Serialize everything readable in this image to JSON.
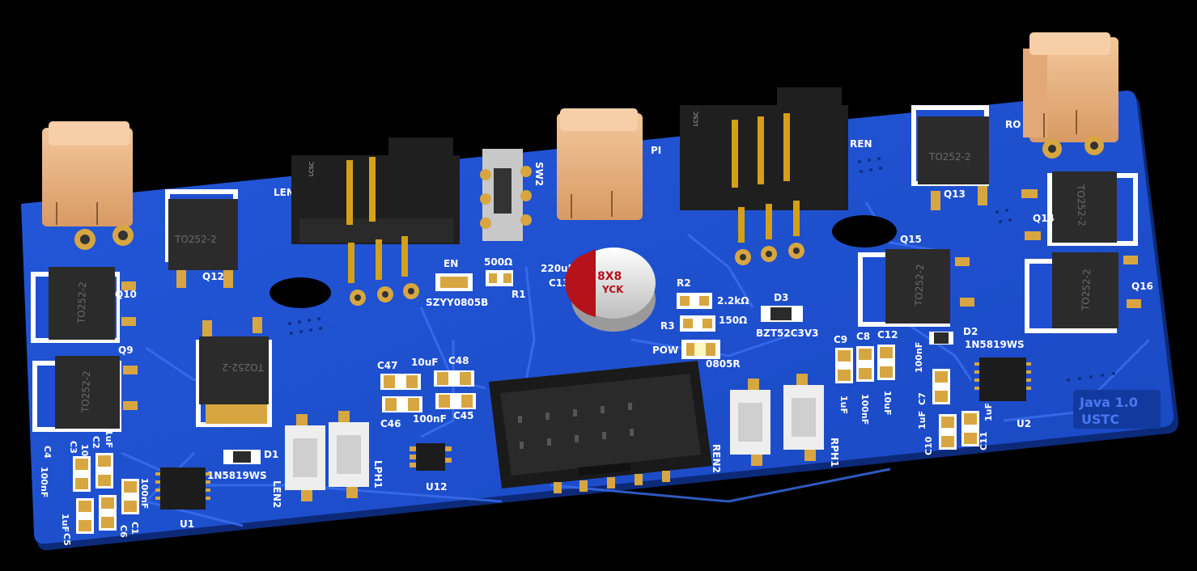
{
  "colors": {
    "background": "#000000",
    "pcb": "#1d4fd0",
    "pcb_dark": "#123a9e",
    "pcb_edge": "#0e2c7a",
    "trace": "#2f64e6",
    "pad": "#d8a640",
    "connector": "#e8b07e",
    "header": "#202020",
    "ic": "#1c1c1c",
    "silk": "#ffffff"
  },
  "labels": {
    "pkg": "TO252-2",
    "q10": "Q10",
    "q12": "Q12",
    "q9": "Q9",
    "q13": "Q13",
    "q14": "Q14",
    "q15": "Q15",
    "q16": "Q16",
    "r0": "RO",
    "len": "LEN",
    "ren": "REN",
    "pi": "PI",
    "sw2": "SW2",
    "en": "EN",
    "r500": "500Ω",
    "r1": "R1",
    "szyy": "SZYY0805B",
    "cap_value": "220uF",
    "c13": "C13",
    "cap_size": "8X8",
    "cap_brand": "YCK",
    "r2": "R2",
    "r2k2": "2.2kΩ",
    "d3": "D3",
    "r150": "150Ω",
    "r3": "R3",
    "zener": "BZT52C3V3",
    "pow": "POW",
    "r0805": "0805R",
    "c47": "C47",
    "c48": "C48",
    "c46": "C46",
    "c45": "C45",
    "v10uf": "10uF",
    "v100nf": "100nF",
    "v1uf": "1uF",
    "u12": "U12",
    "len2": "LEN2",
    "lph1": "LPH1",
    "ren2": "REN2",
    "rph1": "RPH1",
    "d1": "D1",
    "d2": "D2",
    "diode": "1N5819WS",
    "u1": "U1",
    "u2": "U2",
    "c4": "C4",
    "c3": "C3",
    "c2": "C2",
    "c5": "C5",
    "c6": "C6",
    "c1": "C1",
    "c9": "C9",
    "c8": "C8",
    "c12": "C12",
    "c7": "C7",
    "c10": "C10",
    "c11": "C11",
    "board_name": "Java 1.0",
    "board_org": "USTC",
    "lcsc": "LCSC"
  }
}
